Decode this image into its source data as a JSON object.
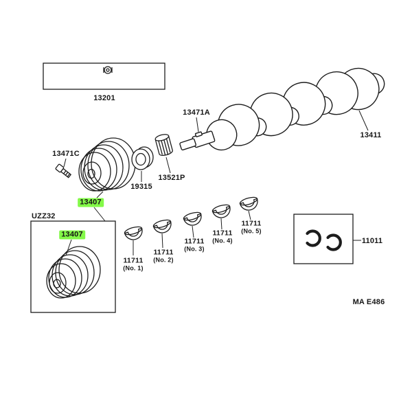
{
  "highlight_color": "#83f948",
  "labels": {
    "ring_set_box": "13201",
    "crank_key": "13471A",
    "crankshaft": "13411",
    "pulley_bolt": "13471C",
    "crank_pulley": "13407",
    "oil_seal": "19315",
    "timing_gear": "13521P",
    "model_code": "UZZ32",
    "crank_pulley_in_box": "13407",
    "thrust_washer_set": "11011",
    "sheet_code": "MA E486"
  },
  "bearings": [
    {
      "part": "11711",
      "no": "(No. 1)"
    },
    {
      "part": "11711",
      "no": "(No. 2)"
    },
    {
      "part": "11711",
      "no": "(No. 3)"
    },
    {
      "part": "11711",
      "no": "(No. 4)"
    },
    {
      "part": "11711",
      "no": "(No. 5)"
    }
  ]
}
